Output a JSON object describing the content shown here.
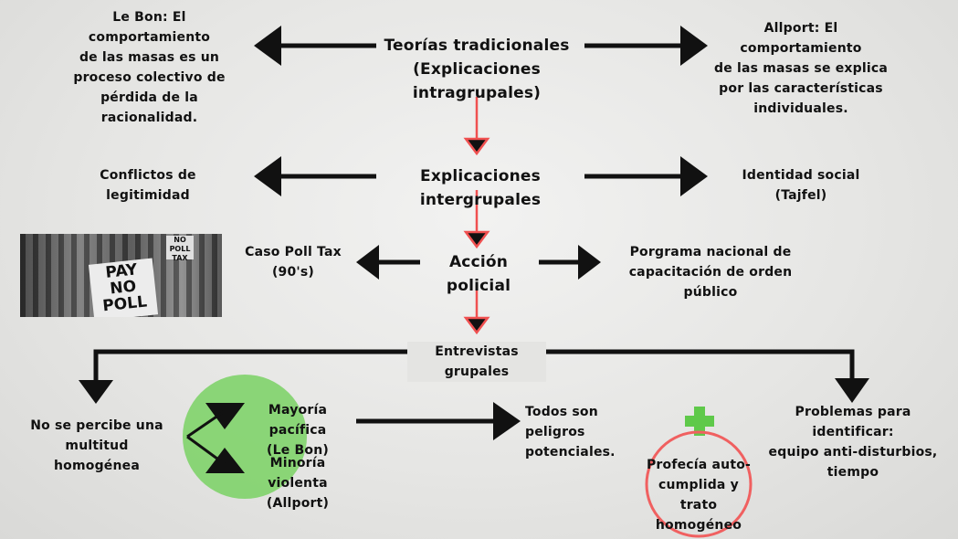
{
  "nodes": {
    "le_bon": "Le Bon: El comportamiento\nde las masas es un\nproceso colectivo de\npérdida de la racionalidad.",
    "teorias": "Teorías tradicionales\n(Explicaciones intragrupales)",
    "allport": "Allport: El comportamiento\nde las masas se explica\npor las características\nindividuales.",
    "conflictos": "Conflictos de legitimidad",
    "intergrupales": "Explicaciones intergrupales",
    "identidad": "Identidad social (Tajfel)",
    "caso_poll_tax": "Caso Poll Tax\n(90's)",
    "accion_policial": "Acción policial",
    "programa": "Porgrama nacional de\ncapacitación de orden público",
    "entrevistas": "Entrevistas grupales",
    "no_multitud": "No se percibe una multitud\nhomogénea",
    "mayoria": "Mayoría pacífica\n(Le Bon)",
    "minoria": "Minoría violenta\n(Allport)",
    "todos": "Todos son peligros\npotenciales.",
    "problemas": "Problemas para identificar:\nequipo anti-disturbios, tiempo",
    "profecia": "Profecía auto-\ncumplida y trato\nhomogéneo"
  },
  "photo": {
    "sign_text": "PAY\nNO\nPOLL",
    "small_sign_text": "NO\nPOLL\nTAX"
  },
  "colors": {
    "arrow": "#111111",
    "red_arrow": "#f05050",
    "green": "#7fd36a",
    "red_circle": "#f06060"
  }
}
